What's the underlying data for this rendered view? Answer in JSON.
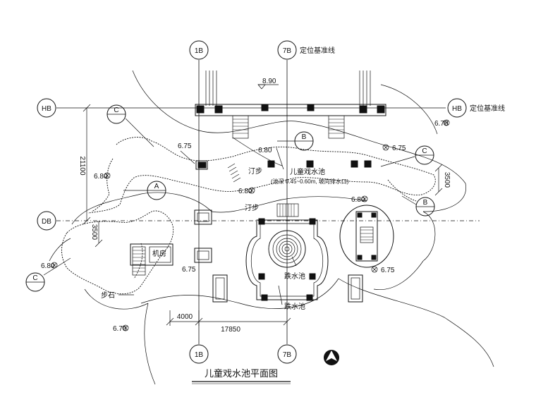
{
  "title": "儿童戏水池平面图",
  "grid_axes": {
    "vertical": [
      {
        "id": "axis-1b",
        "label": "1B"
      },
      {
        "id": "axis-7b",
        "label": "7B",
        "note": "定位基准线"
      }
    ],
    "horizontal": [
      {
        "id": "axis-hb",
        "label": "HB",
        "note": "定位基准线"
      },
      {
        "id": "axis-db",
        "label": "DB"
      }
    ]
  },
  "section_markers": [
    "C",
    "C",
    "C",
    "A",
    "B",
    "B"
  ],
  "elevations": [
    "8.90",
    "6.75",
    "6.80",
    "6.70",
    "6.75",
    "6.80",
    "6.80",
    "6.75",
    "6.80",
    "6.75",
    "6.70"
  ],
  "dimensions": [
    "21100",
    "3500",
    "3500",
    "4000",
    "17850"
  ],
  "labels": {
    "kids_pool": "儿童戏水池",
    "kids_pool_note": "(池深 0.45~0.60m, 坡向排水口)",
    "stepping_1": "汀步",
    "stepping_2": "汀步",
    "machine_room": "机房",
    "step_stones": "步石",
    "drop_pool_1": "跌水池",
    "drop_pool_2": "跌水池"
  }
}
